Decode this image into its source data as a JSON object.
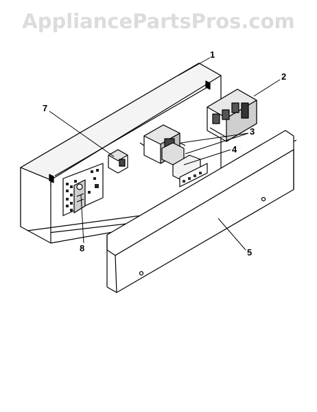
{
  "watermark": {
    "text": "AppliancePartsPros.com"
  },
  "callouts": [
    {
      "id": "callout-1",
      "label": "1"
    },
    {
      "id": "callout-2",
      "label": "2"
    },
    {
      "id": "callout-3",
      "label": "3"
    },
    {
      "id": "callout-4",
      "label": "4"
    },
    {
      "id": "callout-5",
      "label": "5"
    },
    {
      "id": "callout-7",
      "label": "7"
    },
    {
      "id": "callout-8",
      "label": "8"
    }
  ]
}
